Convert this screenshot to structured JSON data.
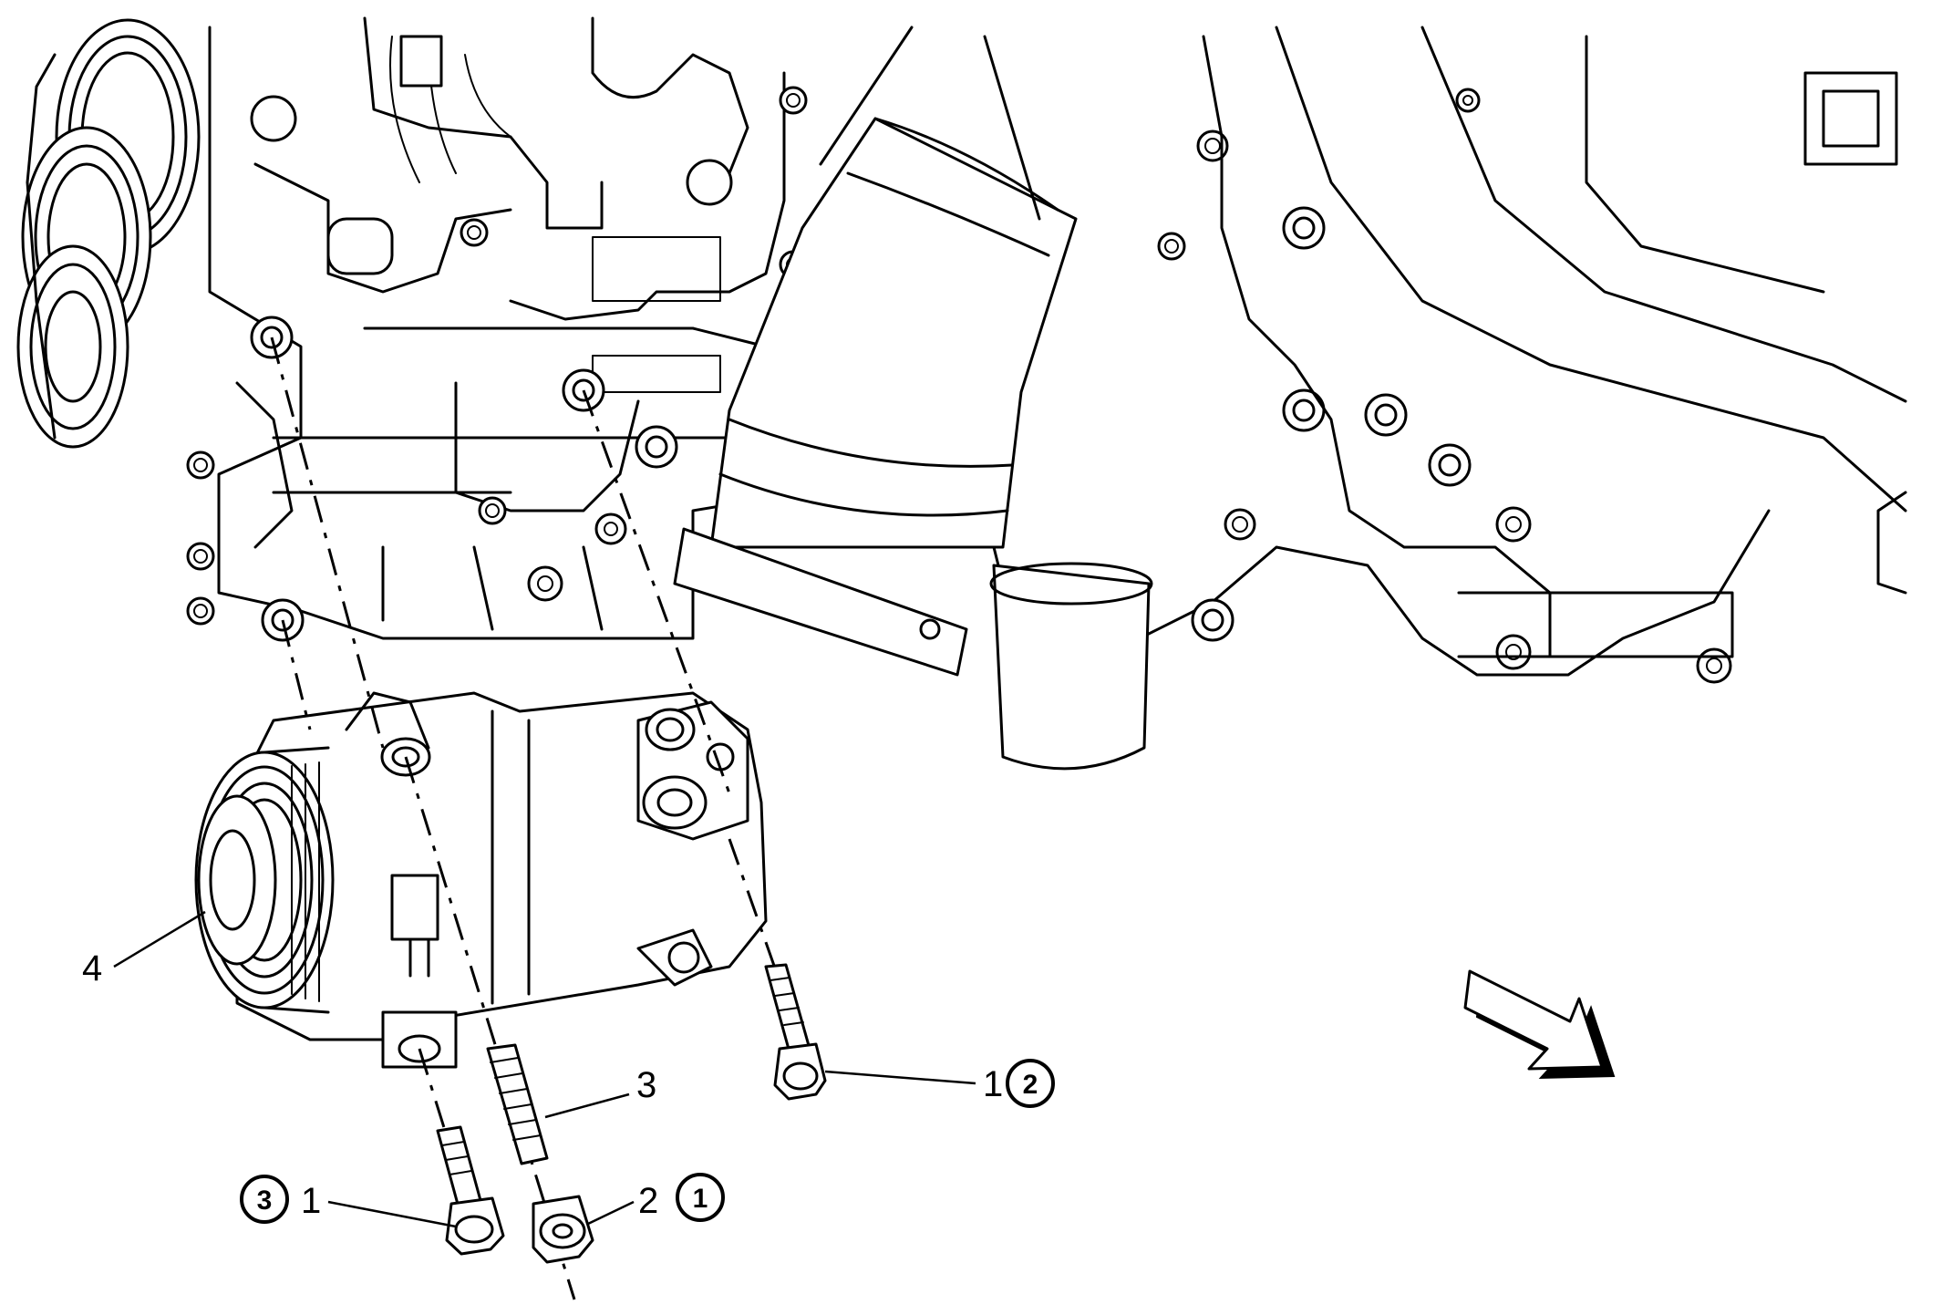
{
  "callouts": [
    {
      "id": "c1-right",
      "number": "1",
      "step": "2"
    },
    {
      "id": "c3",
      "number": "3"
    },
    {
      "id": "c4",
      "number": "4"
    },
    {
      "id": "c1-left",
      "number": "1",
      "step": "3"
    },
    {
      "id": "c2",
      "number": "2",
      "step": "1"
    }
  ],
  "view_arrow": {
    "icon": "view-direction-arrow-icon"
  }
}
